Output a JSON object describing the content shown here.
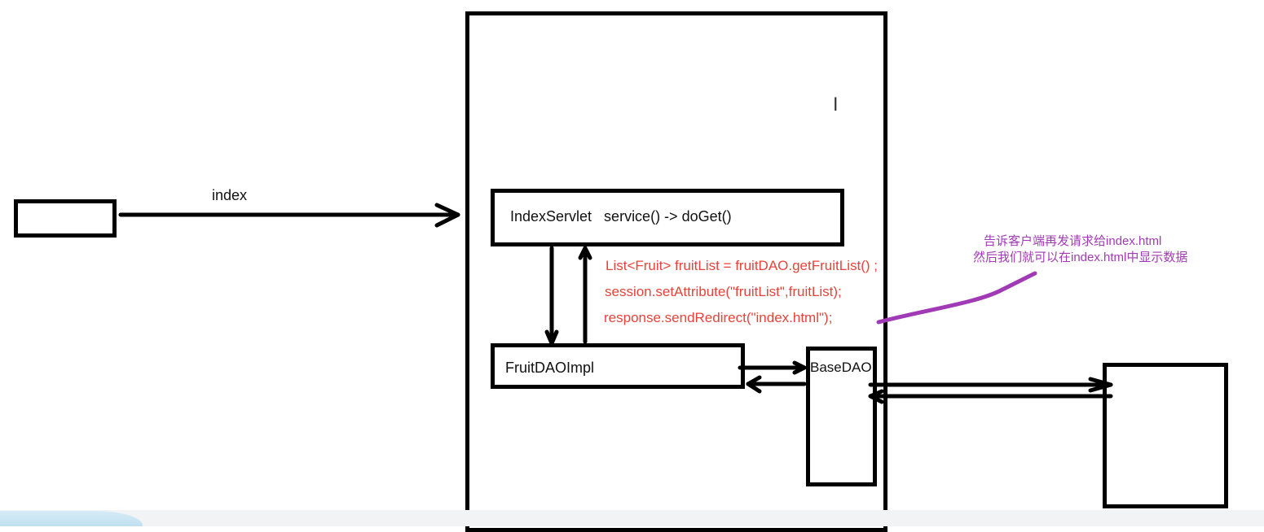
{
  "labels": {
    "request_label": "index",
    "servlet_label": "IndexServlet   service() -> doGet()",
    "dao_impl_label": "FruitDAOImpl",
    "base_dao_label": "BaseDAO"
  },
  "code_lines": [
    "List<Fruit> fruitList  = fruitDAO.getFruitList() ;",
    "session.setAttribute(\"fruitList\",fruitList);",
    "response.sendRedirect(\"index.html\");"
  ],
  "note_lines": [
    "告诉客户端再发请求给index.html",
    "然后我们就可以在index.html中显示数据"
  ],
  "colors": {
    "code": "#e8433a",
    "note": "#a13bb5",
    "stroke": "#000000"
  },
  "icons": {
    "cursor": "text-cursor-icon"
  }
}
